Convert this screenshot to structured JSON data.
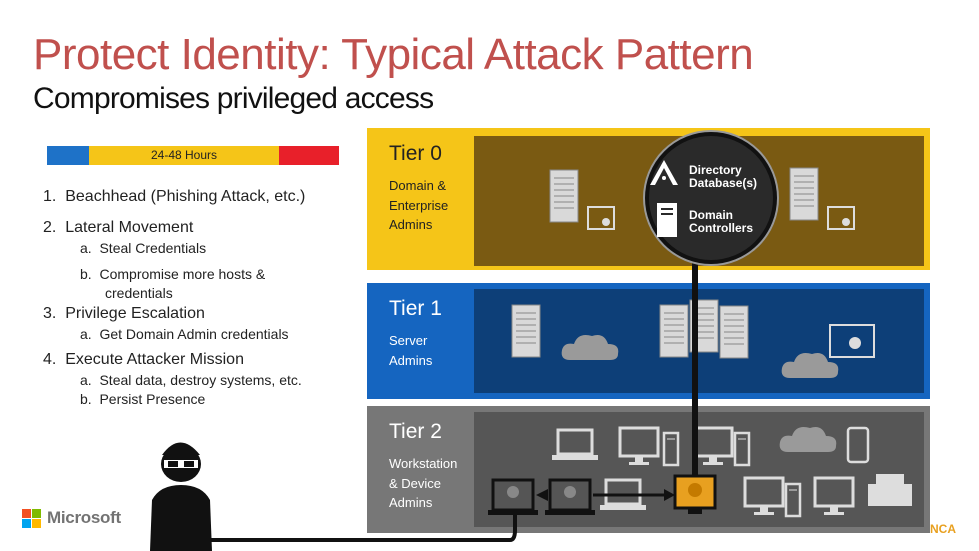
{
  "title": "Protect Identity: Typical Attack Pattern",
  "subtitle": "Compromises privileged access",
  "timeline": {
    "label": "24-48 Hours",
    "colors": [
      "#1e72c8",
      "#f5c518",
      "#e8202a"
    ]
  },
  "steps": [
    {
      "number": "1.",
      "label": "Beachhead (Phishing Attack, etc.)",
      "subs": []
    },
    {
      "number": "2.",
      "label": "Lateral Movement",
      "subs": [
        {
          "letter": "a.",
          "label": "Steal Credentials"
        },
        {
          "letter": "b.",
          "label": "Compromise more hosts &",
          "label2": "credentials"
        }
      ]
    },
    {
      "number": "3.",
      "label": "Privilege Escalation",
      "subs": [
        {
          "letter": "a.",
          "label": "Get Domain Admin credentials"
        }
      ]
    },
    {
      "number": "4.",
      "label": "Execute Attacker Mission",
      "subs": [
        {
          "letter": "a.",
          "label": "Steal data, destroy systems, etc."
        },
        {
          "letter": "b.",
          "label": "Persist Presence"
        }
      ]
    }
  ],
  "tiers": [
    {
      "name": "Tier 0",
      "desc": [
        "Domain &",
        "Enterprise",
        "Admins"
      ],
      "color": "#f5c518"
    },
    {
      "name": "Tier 1",
      "desc": [
        "Server",
        "Admins"
      ],
      "color": "#1565c0"
    },
    {
      "name": "Tier 2",
      "desc": [
        "Workstation",
        "& Device",
        "Admins"
      ],
      "color": "#777777"
    }
  ],
  "dc": {
    "db_label_1": "Directory",
    "db_label_2": "Database(s)",
    "dc_label_1": "Domain",
    "dc_label_2": "Controllers"
  },
  "brand": {
    "name": "Microsoft",
    "colors": [
      "#f25022",
      "#7fba00",
      "#00a4ef",
      "#ffb900"
    ]
  },
  "corner_text": "NCA",
  "icons": [
    "server-icon",
    "cloud-icon",
    "laptop-icon",
    "monitor-icon",
    "tablet-icon",
    "phone-icon",
    "printer-icon",
    "attacker-icon",
    "database-icon"
  ]
}
